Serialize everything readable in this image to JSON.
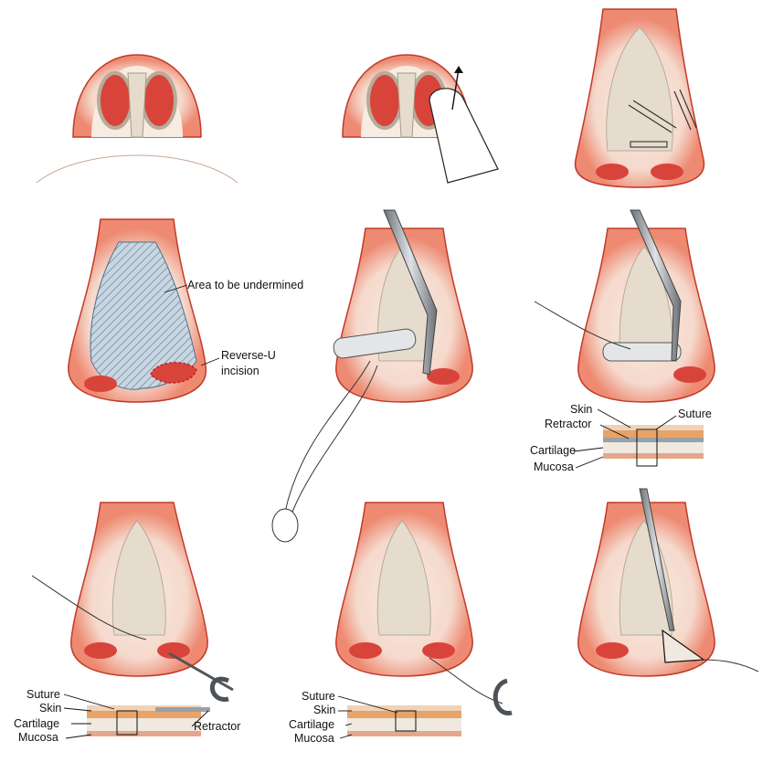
{
  "labels": {
    "area_to_be_undermined": "Area to be undermined",
    "reverse_u_line1": "Reverse-U",
    "reverse_u_line2": "incision",
    "p6_skin": "Skin",
    "p6_retractor": "Retractor",
    "p6_suture": "Suture",
    "p6_cartilage": "Cartilage",
    "p6_mucosa": "Mucosa",
    "p7_suture": "Suture",
    "p7_skin": "Skin",
    "p7_cartilage": "Cartilage",
    "p7_mucosa": "Mucosa",
    "p7_retractor": "Retractor",
    "p8_suture": "Suture",
    "p8_skin": "Skin",
    "p8_cartilage": "Cartilage",
    "p8_mucosa": "Mucosa"
  },
  "colors": {
    "skin_fill": "#f7ebe2",
    "skin_glow": "#e8604a",
    "cartilage_fill": "#e6dccd",
    "cartilage_stroke": "#b9ab95",
    "nostril": "#d9443a",
    "hatch": "#6a8fae",
    "instrument": "#8d9399",
    "instrument_dark": "#4c5257"
  }
}
